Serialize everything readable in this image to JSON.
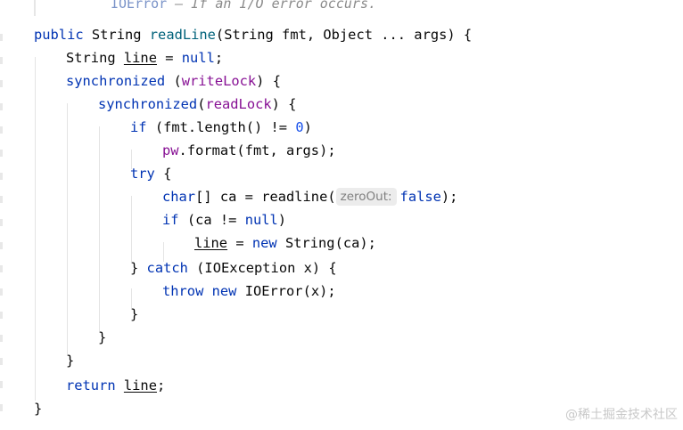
{
  "editor": {
    "doc_comment": {
      "link": "IOError",
      "text": " – If an I/O error occurs."
    },
    "code": {
      "public": "public",
      "string_type": "String",
      "method_name": "readLine",
      "params": "(String fmt, Object ... args) {",
      "line_var": "line",
      "null": "null",
      "synchronized": "synchronized",
      "write_lock": "writeLock",
      "read_lock": "readLock",
      "if": "if",
      "fmt_length": " (fmt.length() != ",
      "zero": "0",
      "pw": "pw",
      "format_call": ".format(fmt, args);",
      "try": "try",
      "char": "char",
      "ca_assign": "[] ca = readline(",
      "hint_label": "zeroOut:",
      "false": "false",
      "ca_check": " (ca != ",
      "new": "new",
      "new_string": " String(ca);",
      "catch": "catch",
      "catch_params": " (IOException x) {",
      "throw": "throw",
      "ioerror_new": " IOError(x);",
      "return": "return"
    }
  },
  "watermark": "@稀土掘金技术社区"
}
